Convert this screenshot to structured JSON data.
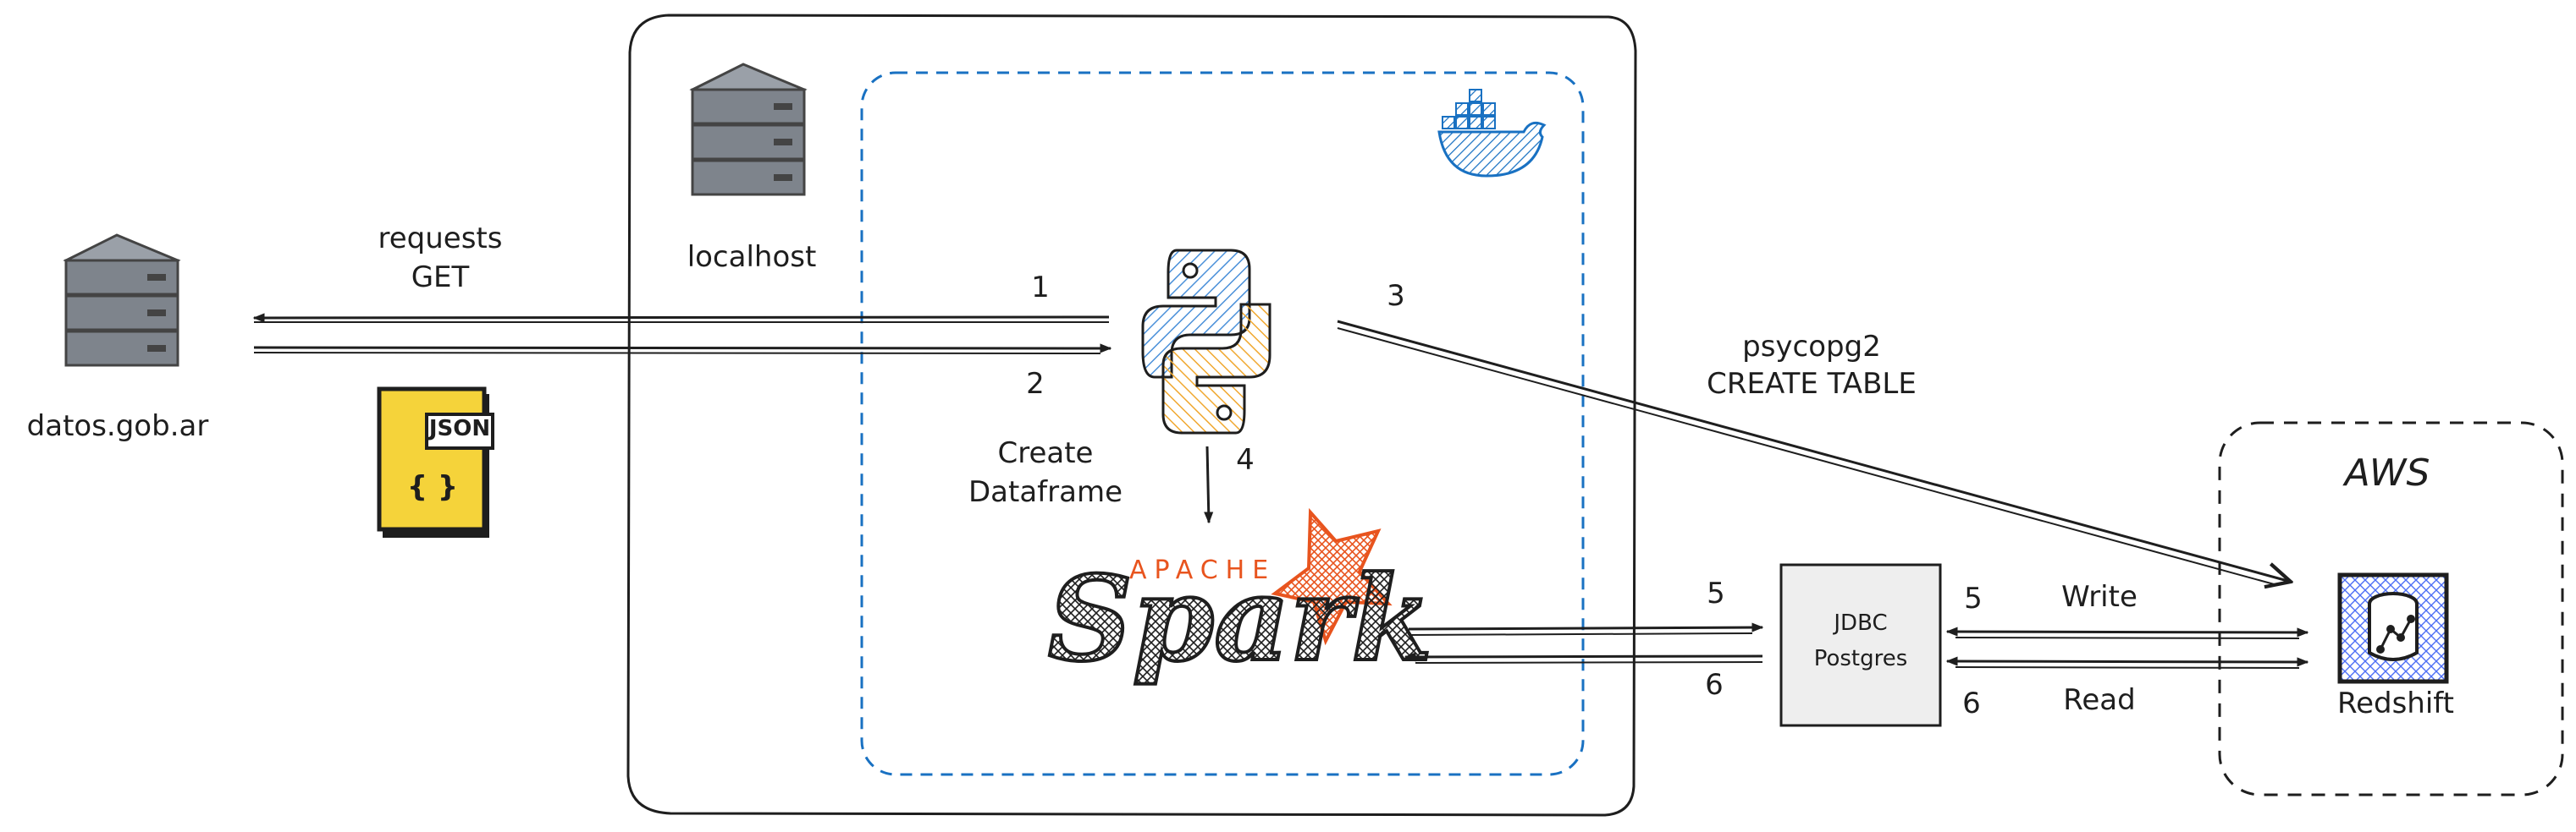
{
  "labels": {
    "datos": "datos.gob.ar",
    "localhost": "localhost",
    "requests_line1": "requests",
    "requests_line2": "GET",
    "json_tag": "JSON",
    "json_braces": "{ }",
    "create_line1": "Create",
    "create_line2": "Dataframe",
    "apache": "APACHE",
    "spark": "Spark",
    "psycopg_line1": "psycopg2",
    "psycopg_line2": "CREATE TABLE",
    "jdbc_line1": "JDBC",
    "jdbc_line2": "Postgres",
    "aws": "AWS",
    "redshift": "Redshift",
    "write": "Write",
    "read": "Read"
  },
  "steps": {
    "s1": "1",
    "s2": "2",
    "s3": "3",
    "s4": "4",
    "s5_left": "5",
    "s6_left": "6",
    "s5_right": "5",
    "s6_right": "6"
  },
  "colors": {
    "ink": "#1e1e1e",
    "docker_blue": "#1971c2",
    "python_blue": "#4a90d9",
    "python_yellow": "#f5c542",
    "spark_orange": "#e8541e",
    "json_yellow": "#f5d33a",
    "server_gray": "#8a8f98",
    "redshift_hatch": "#4c6ef5",
    "jdbc_fill": "#eeeeee"
  },
  "icons": {
    "server_left": "server-icon",
    "server_localhost": "server-icon",
    "json_file": "json-file-icon",
    "docker": "docker-whale-icon",
    "python": "python-logo-icon",
    "spark": "apache-spark-logo-icon",
    "redshift": "redshift-database-icon"
  }
}
